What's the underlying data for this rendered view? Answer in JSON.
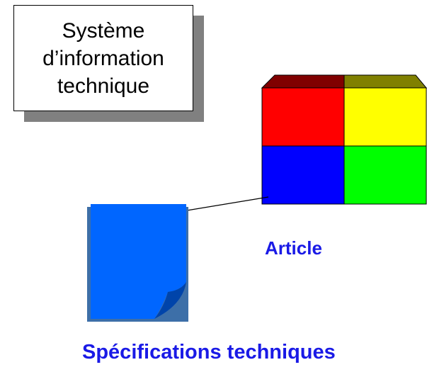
{
  "system_box": {
    "lines": [
      "Système",
      "d’information",
      "technique"
    ]
  },
  "article": {
    "label": "Article",
    "colors": {
      "top_left": "#ff0000",
      "top_right": "#ffff00",
      "bottom_left": "#0000ff",
      "bottom_right": "#00ff00",
      "top_face_left": "#800000",
      "top_face_right": "#808000"
    }
  },
  "document": {
    "label": "Spécifications techniques",
    "colors": {
      "page": "#0066ff",
      "page_shadow": "#3d6fa8",
      "curl": "#0044aa"
    }
  },
  "label_color": "#1a1ae6"
}
